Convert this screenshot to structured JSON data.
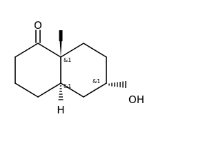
{
  "atoms": {
    "oxygen_ketone": "O",
    "hydroxyl": "OH",
    "hydrogen": "H"
  },
  "stereo_labels": {
    "c8a": "&1",
    "c4a": "&1",
    "c6": "&1"
  },
  "colors": {
    "bond": "#000000",
    "background": "#ffffff"
  }
}
